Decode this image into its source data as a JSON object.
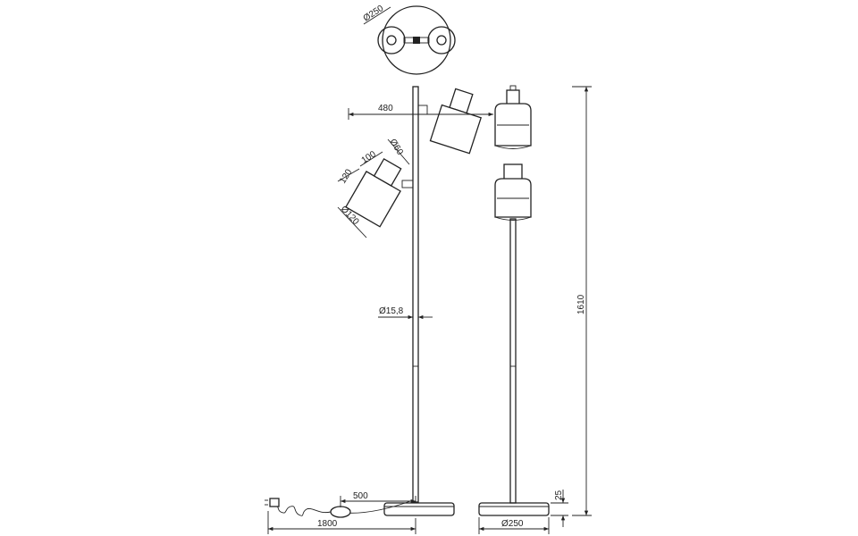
{
  "colors": {
    "line": "#222222",
    "background": "#ffffff"
  },
  "dimensions": {
    "top_view_base_diameter": "Ø250",
    "arm_reach": "480",
    "head_tube_diameter": "Ø60",
    "head_tube_length": "100",
    "shade_length": "120",
    "shade_diameter": "Ø120",
    "pole_diameter": "Ø15,8",
    "total_height": "1610",
    "foot_switch_distance": "500",
    "cable_length": "1800",
    "base_diameter": "Ø250",
    "base_height": "25"
  }
}
